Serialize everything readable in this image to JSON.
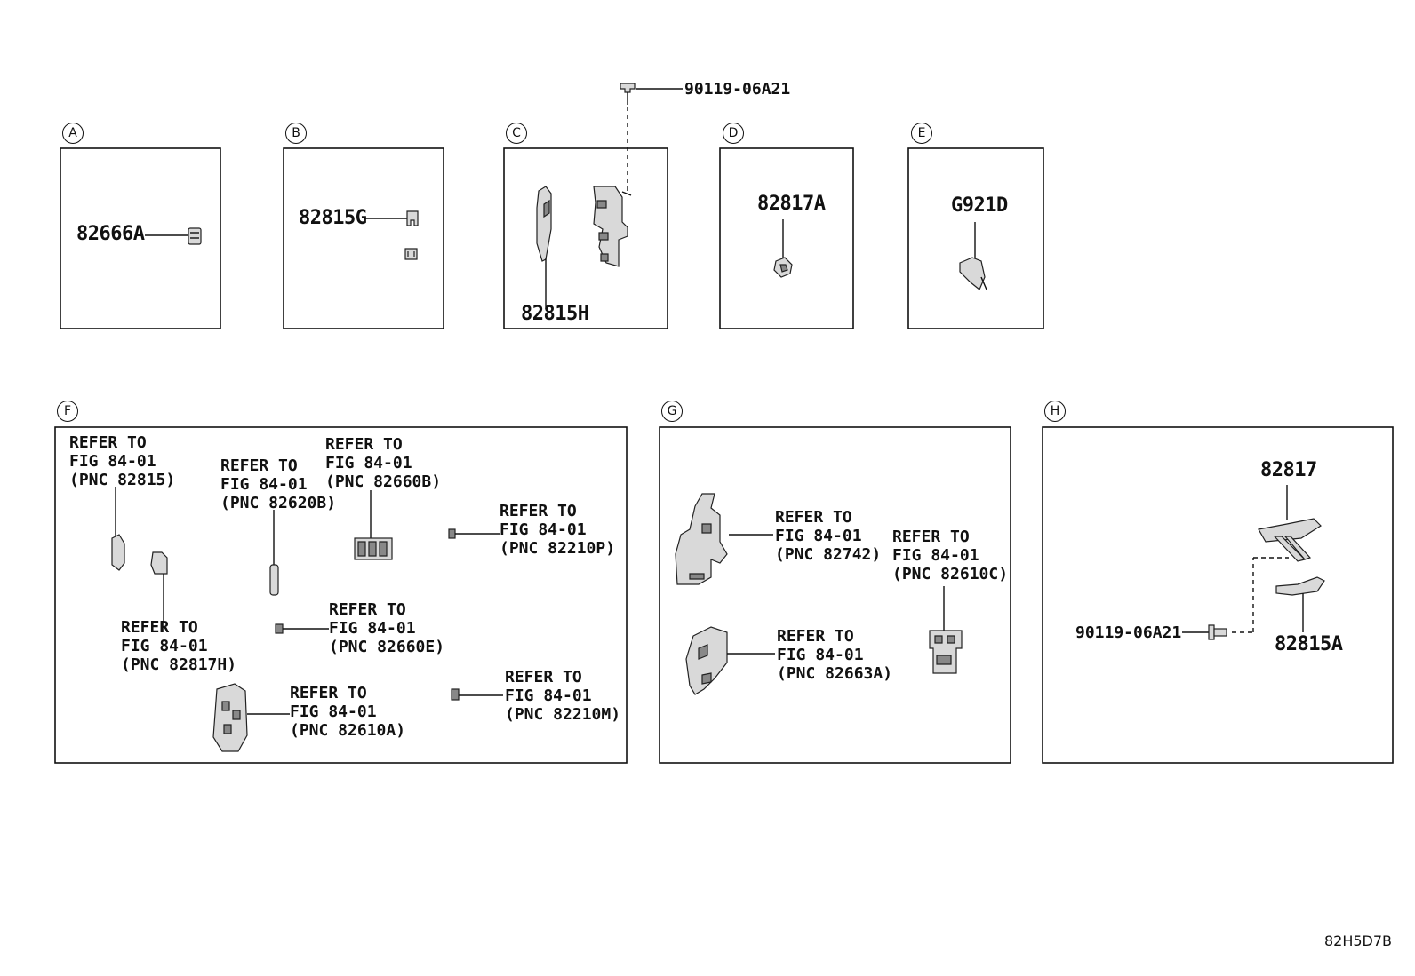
{
  "panels": {
    "A": {
      "letter": "A",
      "label": "82666A"
    },
    "B": {
      "letter": "B",
      "label": "82815G"
    },
    "C": {
      "letter": "C",
      "label": "82815H",
      "bolt": "90119-06A21"
    },
    "D": {
      "letter": "D",
      "label": "82817A"
    },
    "E": {
      "letter": "E",
      "label": "G921D"
    },
    "F": {
      "letter": "F",
      "refs": [
        "REFER TO\nFIG 84-01\n(PNC 82815)",
        "REFER TO\nFIG 84-01\n(PNC 82620B)",
        "REFER TO\nFIG 84-01\n(PNC 82660B)",
        "REFER TO\nFIG 84-01\n(PNC 82210P)",
        "REFER TO\nFIG 84-01\n(PNC 82817H)",
        "REFER TO\nFIG 84-01\n(PNC 82660E)",
        "REFER TO\nFIG 84-01\n(PNC 82610A)",
        "REFER TO\nFIG 84-01\n(PNC 82210M)"
      ]
    },
    "G": {
      "letter": "G",
      "refs": [
        "REFER TO\nFIG 84-01\n(PNC 82742)",
        "REFER TO\nFIG 84-01\n(PNC 82610C)",
        "REFER TO\nFIG 84-01\n(PNC 82663A)"
      ]
    },
    "H": {
      "letter": "H",
      "label_top": "82817",
      "label_bottom": "82815A",
      "bolt": "90119-06A21"
    }
  },
  "diagram_code": "82H5D7B"
}
